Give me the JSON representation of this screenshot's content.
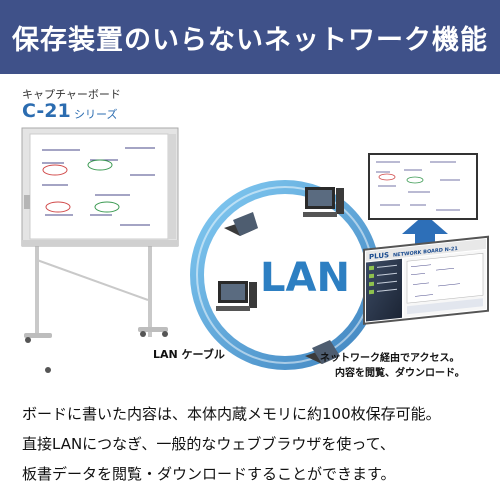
{
  "banner": {
    "title": "保存装置のいらないネットワーク機能",
    "color": "#3f5189"
  },
  "product": {
    "subtitle": "キャプチャーボード",
    "model": "C-21",
    "series": "シリーズ"
  },
  "network": {
    "center_label": "LAN",
    "cable_label": "LAN ケーブル",
    "caption_line1": "ネットワーク経由でアクセス。",
    "caption_line2": "内容を閲覧、ダウンロード。",
    "ring_color": "#3e9ad6"
  },
  "screen": {
    "brand": "PLUS",
    "title": "NETWORK BOARD N-21"
  },
  "description": {
    "line1": "ボードに書いた内容は、本体内蔵メモリに約100枚保存可能。",
    "line2": "直接LANにつなぎ、一般的なウェブブラウザを使って、",
    "line3": "板書データを閲覧・ダウンロードすることができます。"
  }
}
